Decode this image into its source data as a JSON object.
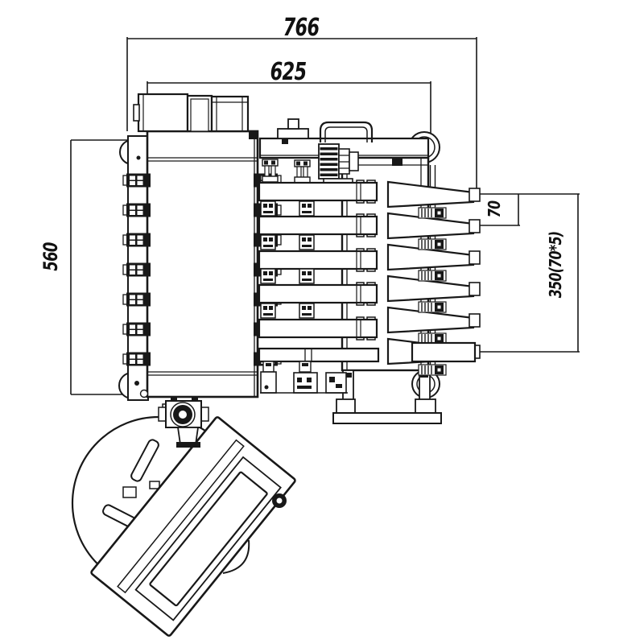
{
  "drawing": {
    "type": "engineering-top-view-drawing",
    "background": "#ffffff",
    "line_color": "#181818",
    "labels": {
      "overall_width": "766",
      "upper_width": "625",
      "side_depth": "560",
      "fin_pitch": "70",
      "fin_span": "350(70*5)"
    }
  }
}
